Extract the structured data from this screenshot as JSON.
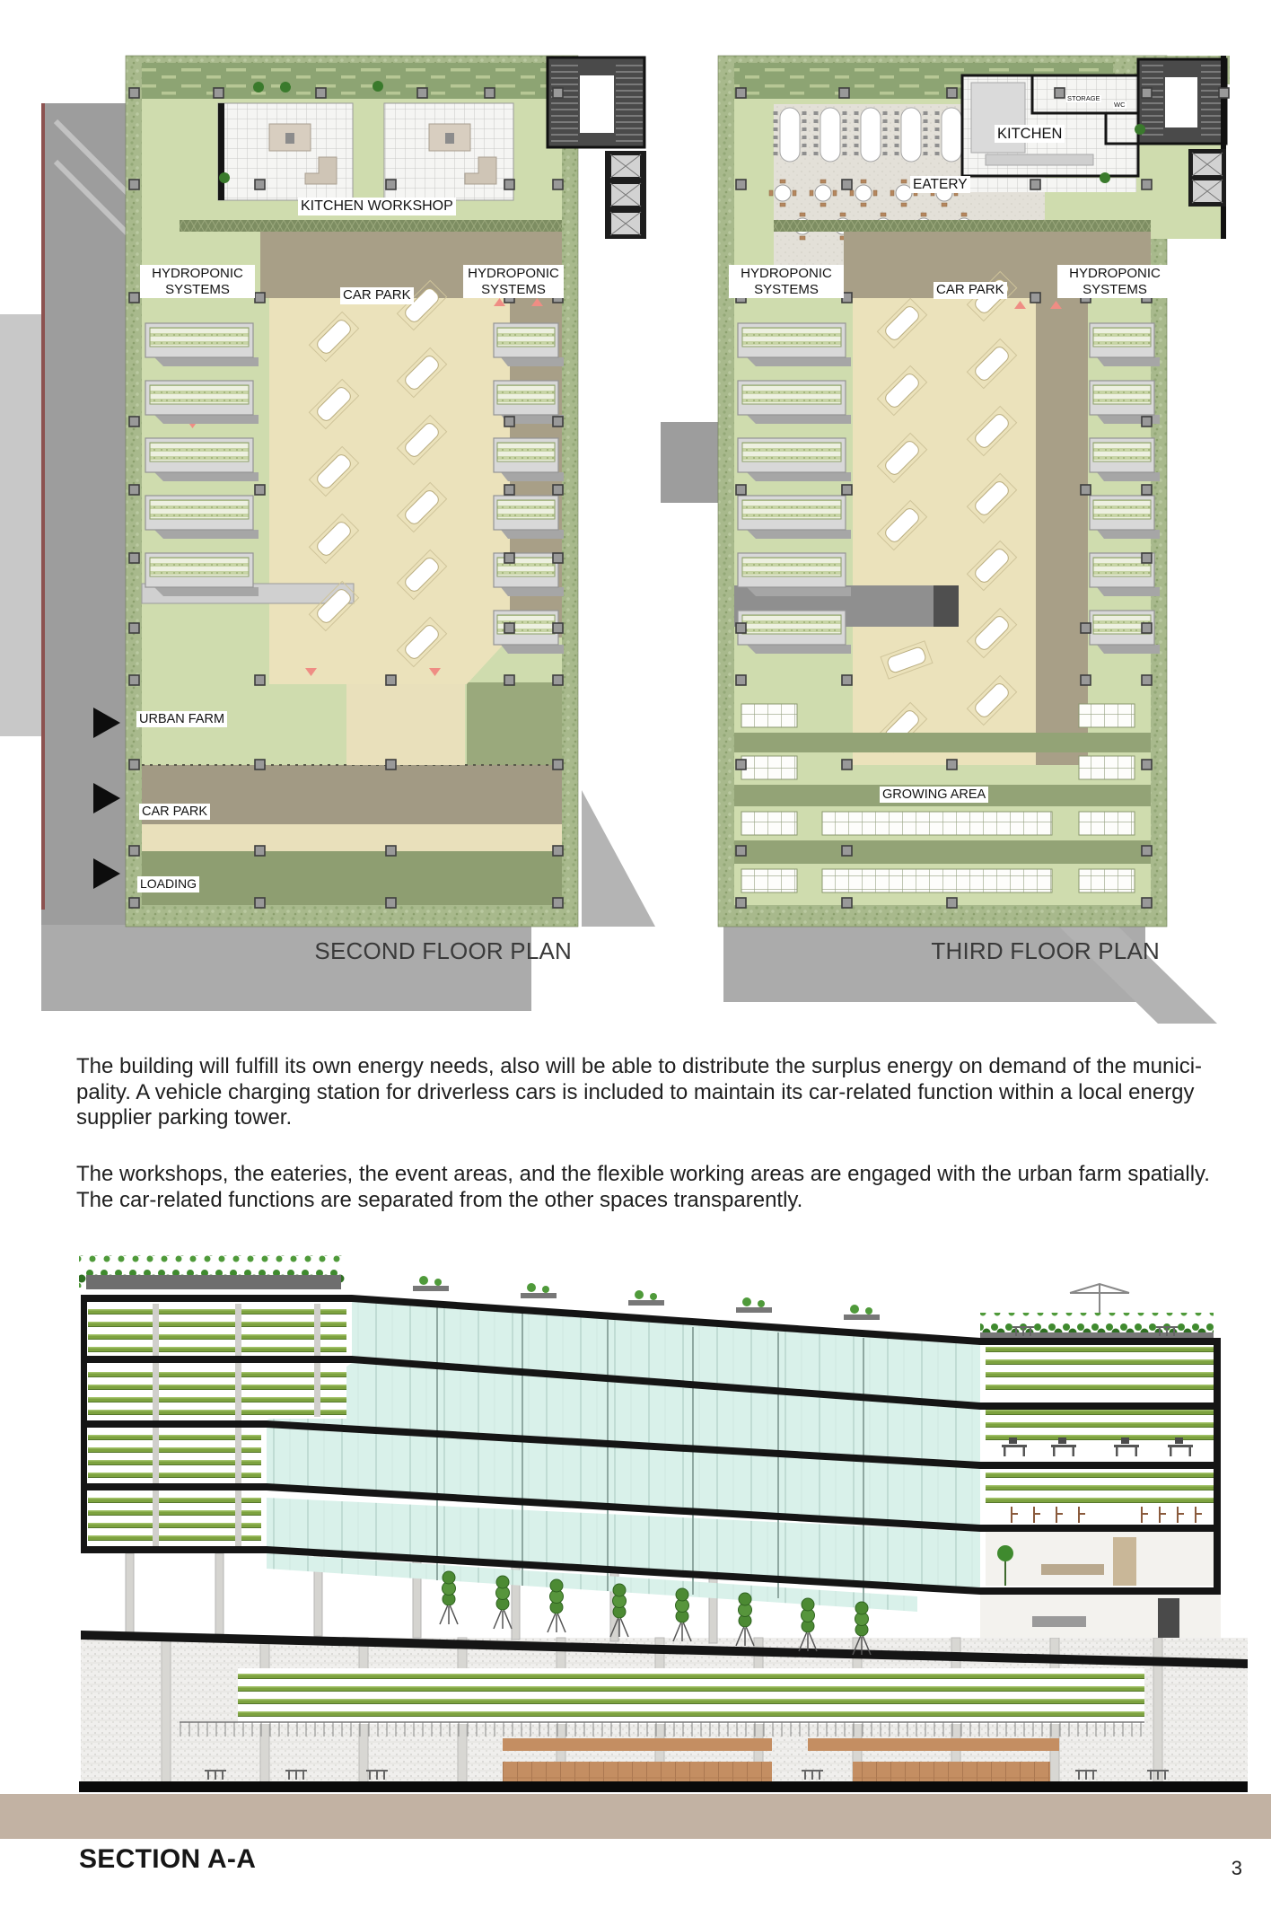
{
  "page": {
    "number": "3"
  },
  "plans": {
    "second": {
      "title": "SECOND FLOOR PLAN",
      "labels": {
        "kitchen_workshop": "KITCHEN WORKSHOP",
        "hydroponic_left": "HYDROPONIC SYSTEMS",
        "car_park": "CAR PARK",
        "hydroponic_right": "HYDROPONIC SYSTEMS",
        "urban_farm": "URBAN FARM",
        "car_park_lower": "CAR PARK",
        "loading": "LOADING"
      }
    },
    "third": {
      "title": "THIRD FLOOR PLAN",
      "labels": {
        "eatery": "EATERY",
        "kitchen": "KITCHEN",
        "storage": "STORAGE",
        "wc": "WC",
        "hydroponic_left": "HYDROPONIC SYSTEMS",
        "car_park": "CAR PARK",
        "hydroponic_right": "HYDROPONIC SYSTEMS",
        "growing_area": "GROWING AREA"
      }
    }
  },
  "body_text": {
    "paragraph1_lines": [
      "The building will fulfill its own energy needs, also will be able to distribute the surplus energy on demand of the munici-",
      "pality. A vehicle charging station for driverless cars is included to maintain its car-related function within a local energy",
      "supplier parking tower."
    ],
    "paragraph2_lines": [
      "The workshops, the eateries, the event areas, and the flexible working areas are engaged with the urban farm spatially.",
      "The car-related functions are separated from the other spaces transparently."
    ]
  },
  "section": {
    "title": "SECTION A-A"
  },
  "colors": {
    "vegetation_border": "#a8b98c",
    "plan_field": "#cfdcae",
    "walkway_olive": "#7d8d62",
    "road_taupe": "#a89f87",
    "car_park_tan": "#ebe2bb",
    "glass_cyan": "#d9f1ea",
    "hydroponic_green": "#7da23f",
    "ground_strip": "#c2b2a3",
    "marker_red": "#ef8d84"
  }
}
